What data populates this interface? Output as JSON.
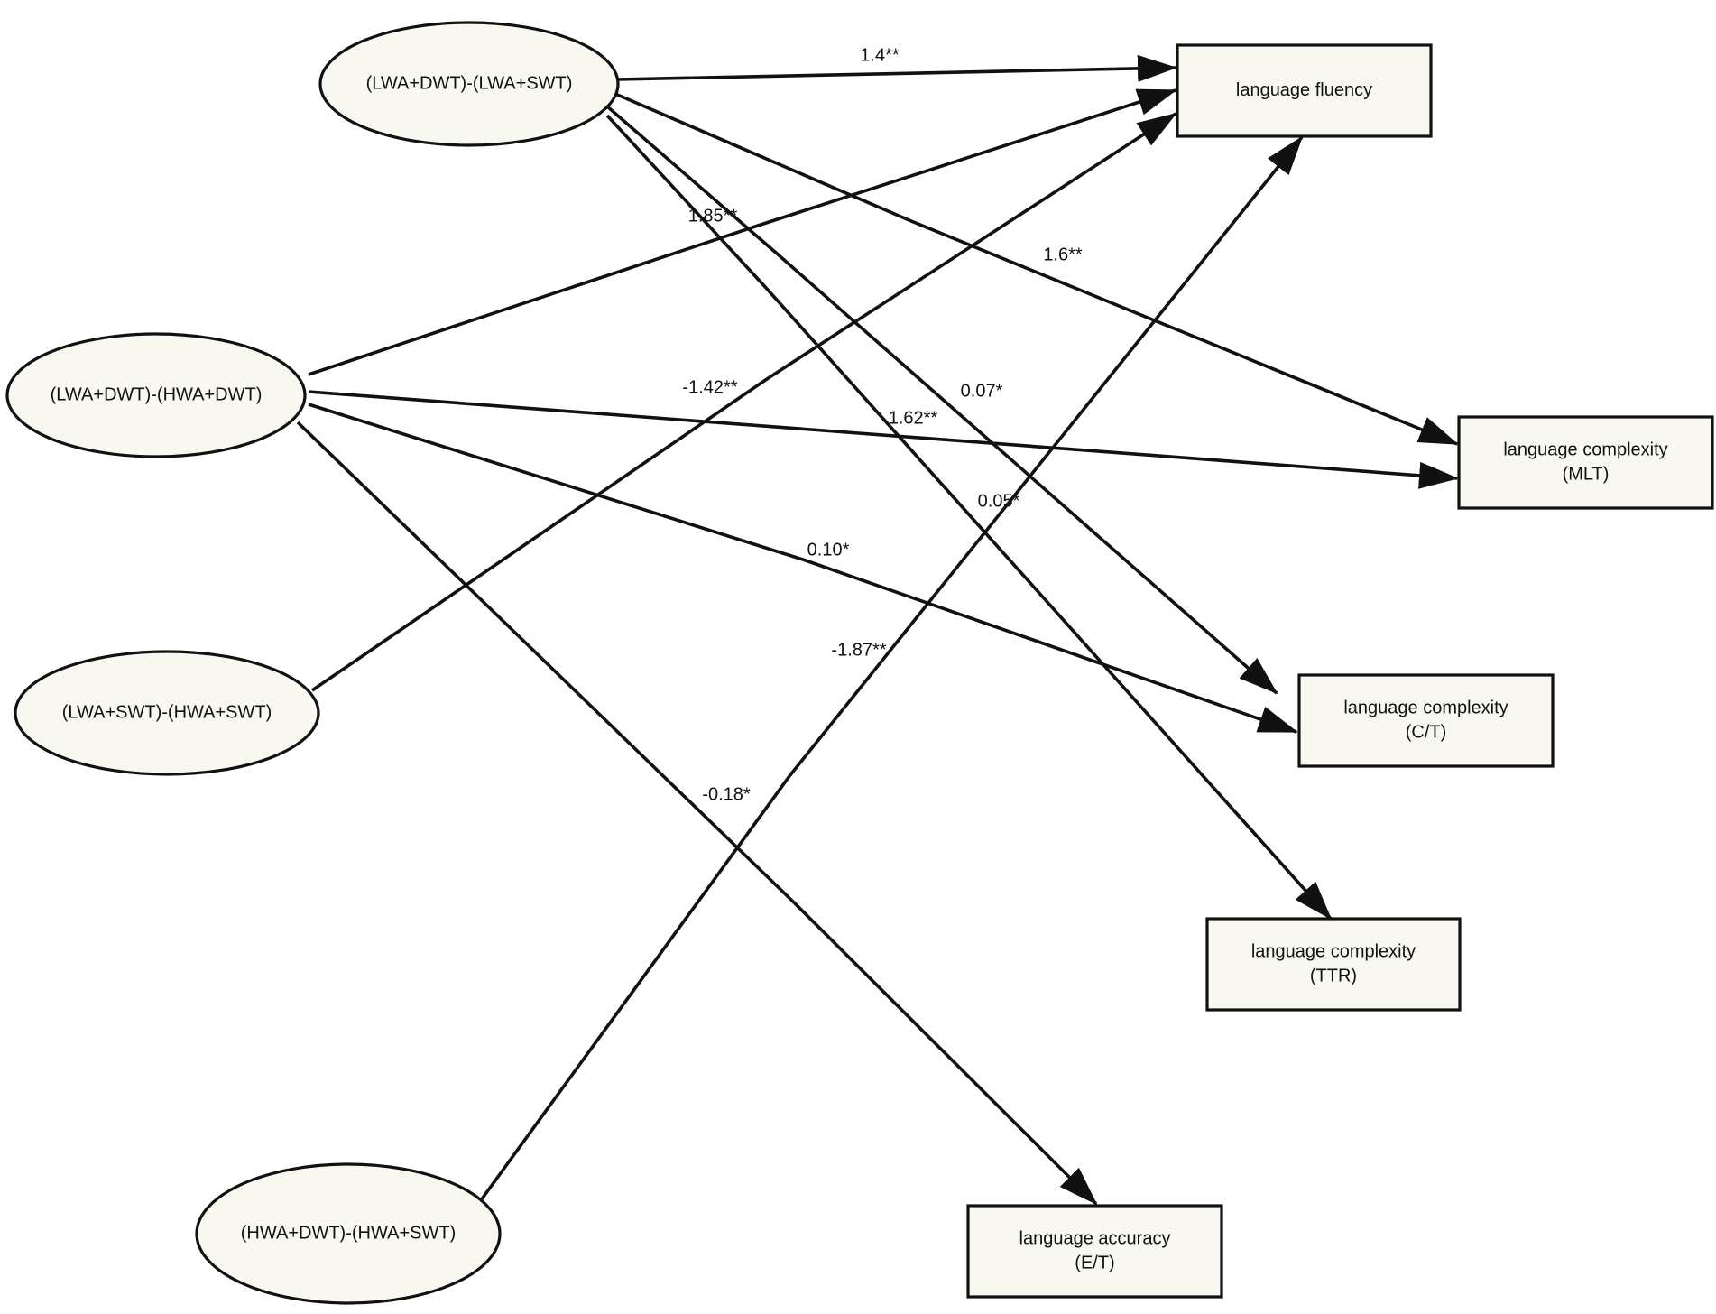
{
  "diagram": {
    "nodes": [
      {
        "id": "lwa-dwt-lwa-swt",
        "shape": "ellipse",
        "lines": [
          "(LWA+DWT)-(LWA+SWT)"
        ]
      },
      {
        "id": "lwa-dwt-hwa-dwt",
        "shape": "ellipse",
        "lines": [
          "(LWA+DWT)-(HWA+DWT)"
        ]
      },
      {
        "id": "lwa-swt-hwa-swt",
        "shape": "ellipse",
        "lines": [
          "(LWA+SWT)-(HWA+SWT)"
        ]
      },
      {
        "id": "hwa-dwt-hwa-swt",
        "shape": "ellipse",
        "lines": [
          "(HWA+DWT)-(HWA+SWT)"
        ]
      },
      {
        "id": "language-fluency",
        "shape": "box",
        "lines": [
          "language fluency"
        ]
      },
      {
        "id": "language-complexity-mlt",
        "shape": "box",
        "lines": [
          "language complexity",
          "(MLT)"
        ]
      },
      {
        "id": "language-complexity-ct",
        "shape": "box",
        "lines": [
          "language complexity",
          "(C/T)"
        ]
      },
      {
        "id": "language-complexity-ttr",
        "shape": "box",
        "lines": [
          "language complexity",
          "(TTR)"
        ]
      },
      {
        "id": "language-accuracy-et",
        "shape": "box",
        "lines": [
          "language accuracy",
          "(E/T)"
        ]
      }
    ],
    "edges": [
      {
        "from": "lwa-dwt-lwa-swt",
        "to": "language-fluency",
        "label": "1.4**"
      },
      {
        "from": "lwa-dwt-lwa-swt",
        "to": "language-complexity-mlt",
        "label": "1.6**"
      },
      {
        "from": "lwa-dwt-lwa-swt",
        "to": "language-complexity-ct",
        "label": "0.07*"
      },
      {
        "from": "lwa-dwt-lwa-swt",
        "to": "language-complexity-ttr",
        "label": "0.05*"
      },
      {
        "from": "lwa-dwt-hwa-dwt",
        "to": "language-fluency",
        "label": "1.85**"
      },
      {
        "from": "lwa-dwt-hwa-dwt",
        "to": "language-complexity-mlt",
        "label": "1.62**"
      },
      {
        "from": "lwa-dwt-hwa-dwt",
        "to": "language-complexity-ct",
        "label": "0.10*"
      },
      {
        "from": "lwa-dwt-hwa-dwt",
        "to": "language-accuracy-et",
        "label": "-0.18*"
      },
      {
        "from": "lwa-swt-hwa-swt",
        "to": "language-fluency",
        "label": "-1.42**"
      },
      {
        "from": "hwa-dwt-hwa-swt",
        "to": "language-fluency",
        "label": "-1.87**"
      }
    ]
  }
}
